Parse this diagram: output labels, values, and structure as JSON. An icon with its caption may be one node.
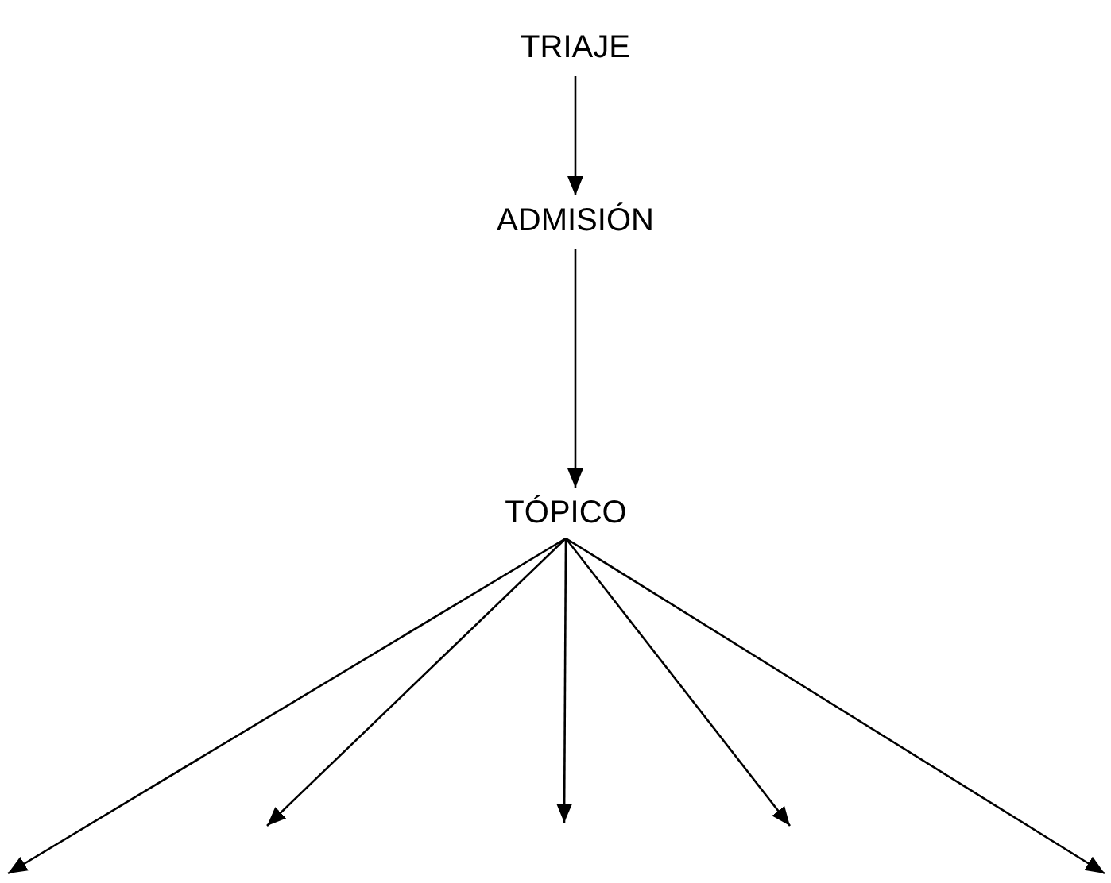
{
  "diagram": {
    "nodes": [
      {
        "text": [
          "TRIAJE"
        ]
      },
      {
        "text": [
          "ADMISIÓN"
        ]
      },
      {
        "text": [
          "TÓPICO"
        ]
      }
    ],
    "edges": [
      {
        "from": 0,
        "to": 1,
        "arrow": "to"
      },
      {
        "from": 1,
        "to": 2,
        "arrow": "to"
      },
      {
        "from": 2,
        "to": null,
        "arrow": "to"
      },
      {
        "from": 2,
        "to": null,
        "arrow": "to"
      },
      {
        "from": 2,
        "to": null,
        "arrow": "to"
      },
      {
        "from": 2,
        "to": null,
        "arrow": "to"
      },
      {
        "from": 2,
        "to": null,
        "arrow": "to"
      }
    ]
  }
}
